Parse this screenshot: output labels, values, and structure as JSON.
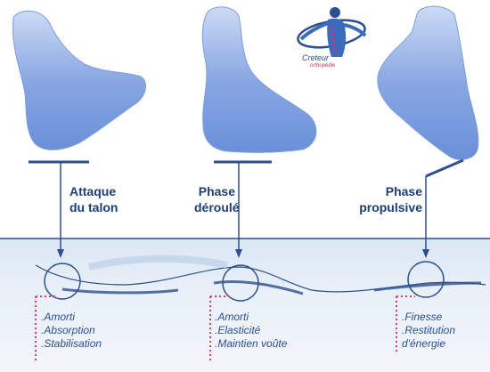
{
  "logo": {
    "name": "Creteur",
    "subtitle": "orthopédie",
    "colors": {
      "primary": "#2a4f8f",
      "accent": "#d8326e"
    }
  },
  "phases": [
    {
      "title_line1": "Attaque",
      "title_line2": "du talon",
      "benefits": [
        ".Amorti",
        ".Absorption",
        ".Stabilisation"
      ]
    },
    {
      "title_line1": "Phase",
      "title_line2": "déroulé",
      "benefits": [
        ".Amorti",
        ".Elasticité",
        ".Maintien voûte"
      ]
    },
    {
      "title_line1": "Phase",
      "title_line2": "propulsive",
      "benefits": [
        ".Finesse",
        ".Restitution",
        "d'énergie"
      ]
    }
  ],
  "colors": {
    "foot": "#5b84d6",
    "foot_light": "#a9c1ee",
    "line": "#2d4f8c",
    "dots": "#e0357a",
    "ground": "#dbe7f4"
  }
}
